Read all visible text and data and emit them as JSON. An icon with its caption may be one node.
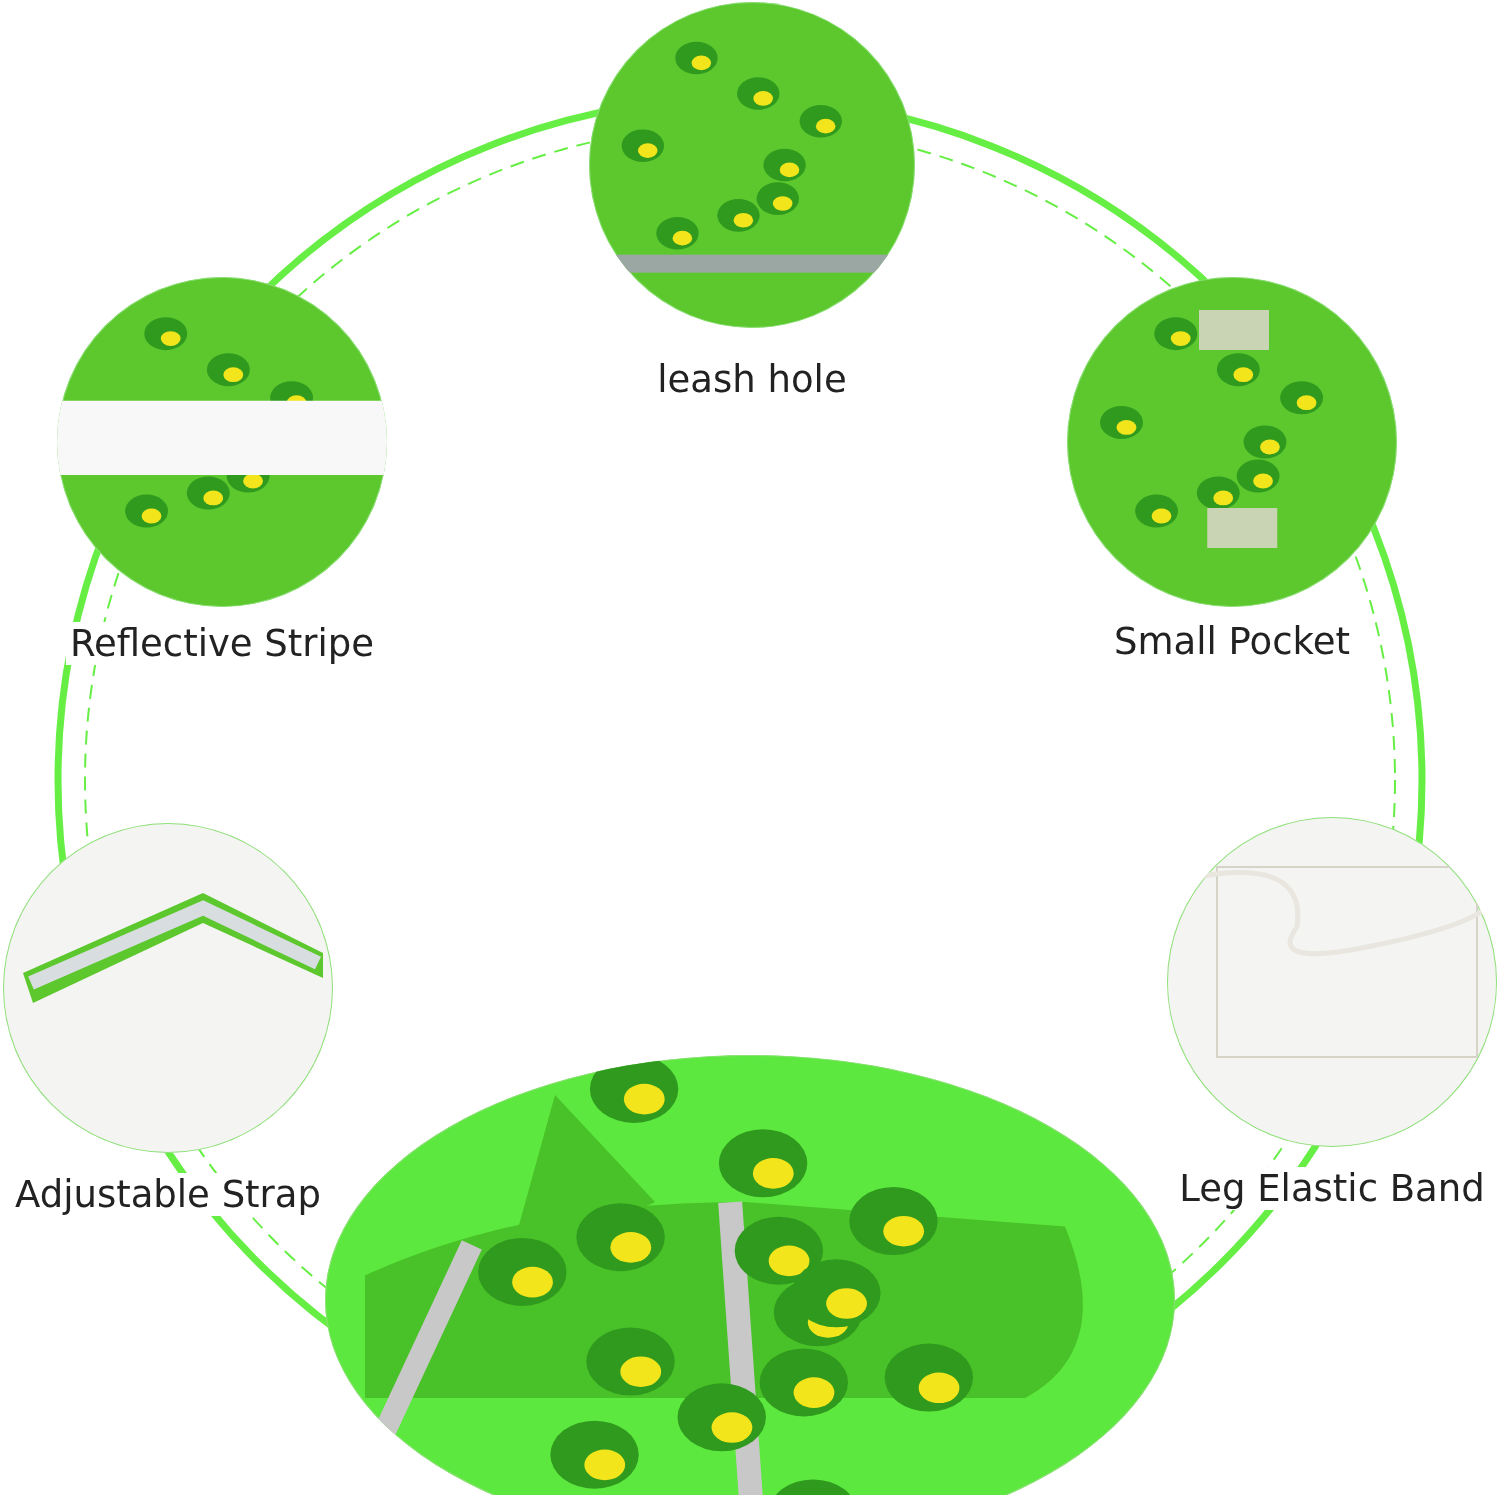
{
  "diagram": {
    "nodes": [
      {
        "text": [
          "leash hole"
        ]
      },
      {
        "text": [
          "Reflective Stripe"
        ]
      },
      {
        "text": [
          "Small Pocket"
        ]
      },
      {
        "text": [
          "Adjustable Strap"
        ]
      },
      {
        "text": [
          "Leg Elastic Band"
        ]
      },
      {
        "text": [],
        "shape": "picture"
      }
    ]
  }
}
